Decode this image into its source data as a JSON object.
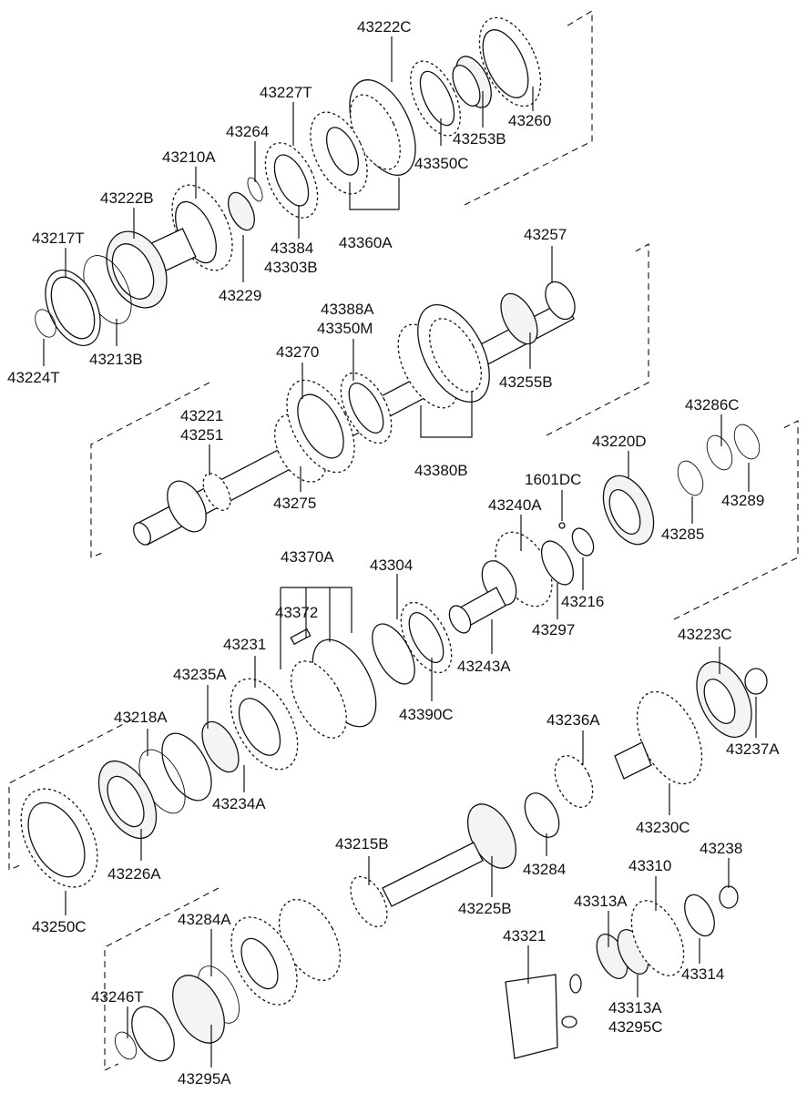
{
  "labels": {
    "l43222C": "43222C",
    "l43227T": "43227T",
    "l43264": "43264",
    "l43210A": "43210A",
    "l43222B": "43222B",
    "l43217T": "43217T",
    "l43224T": "43224T",
    "l43213B": "43213B",
    "l43229": "43229",
    "l43384": "43384",
    "l43303B": "43303B",
    "l43360A": "43360A",
    "l43350C": "43350C",
    "l43253B": "43253B",
    "l43260": "43260",
    "l43257": "43257",
    "l43388A": "43388A",
    "l43350M": "43350M",
    "l43270": "43270",
    "l43221": "43221",
    "l43251": "43251",
    "l43275": "43275",
    "l43380B": "43380B",
    "l43255B": "43255B",
    "l43286C": "43286C",
    "l43220D": "43220D",
    "l1601DC": "1601DC",
    "l43240A": "43240A",
    "l43285": "43285",
    "l43289": "43289",
    "l43216": "43216",
    "l43297": "43297",
    "l43370A": "43370A",
    "l43304": "43304",
    "l43372": "43372",
    "l43231": "43231",
    "l43235A": "43235A",
    "l43243A": "43243A",
    "l43390C": "43390C",
    "l43218A": "43218A",
    "l43234A": "43234A",
    "l43223C": "43223C",
    "l43237A": "43237A",
    "l43236A": "43236A",
    "l43230C": "43230C",
    "l43226A": "43226A",
    "l43250C": "43250C",
    "l43215B": "43215B",
    "l43284": "43284",
    "l43225B": "43225B",
    "l43310": "43310",
    "l43238": "43238",
    "l43313A_top": "43313A",
    "l43314": "43314",
    "l43284A": "43284A",
    "l43321": "43321",
    "l43246T": "43246T",
    "l43313A_bot": "43313A",
    "l43295C": "43295C",
    "l43295A": "43295A"
  }
}
